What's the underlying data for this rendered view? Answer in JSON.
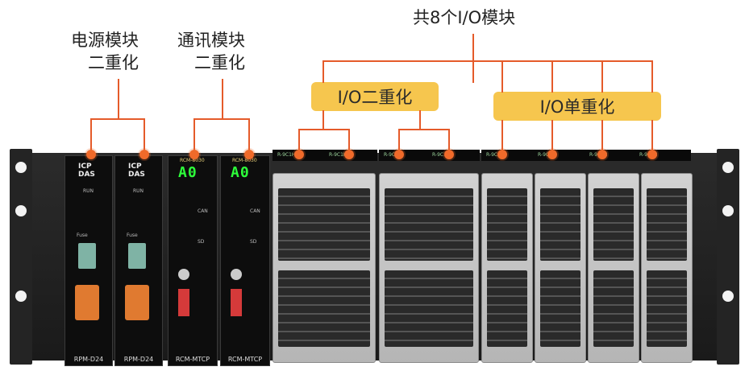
{
  "labels": {
    "power_top": "电源模块",
    "power_bottom": "二重化",
    "comm_top": "通讯模块",
    "comm_bottom": "二重化",
    "io_total": "共8个I/O模块",
    "io_redundant": "I/O二重化",
    "io_single": "I/O单重化"
  },
  "modules": {
    "power1_name": "RPM-D24",
    "power2_name": "RPM-D24",
    "comm1_name": "RCM-MTCP",
    "comm2_name": "RCM-MTCP",
    "comm_display": "A0",
    "comm_model": "RCM-8030",
    "logo_top": "ICP",
    "logo_bottom": "DAS",
    "run_label": "RUN",
    "fuse_label": "Fuse",
    "can_label": "CAN",
    "sd_label": "SD",
    "io_model": "R-9C1H"
  },
  "colors": {
    "accent_line": "#e55b2a",
    "badge_fill": "#f6c64e",
    "led_green": "#2dff3a"
  }
}
